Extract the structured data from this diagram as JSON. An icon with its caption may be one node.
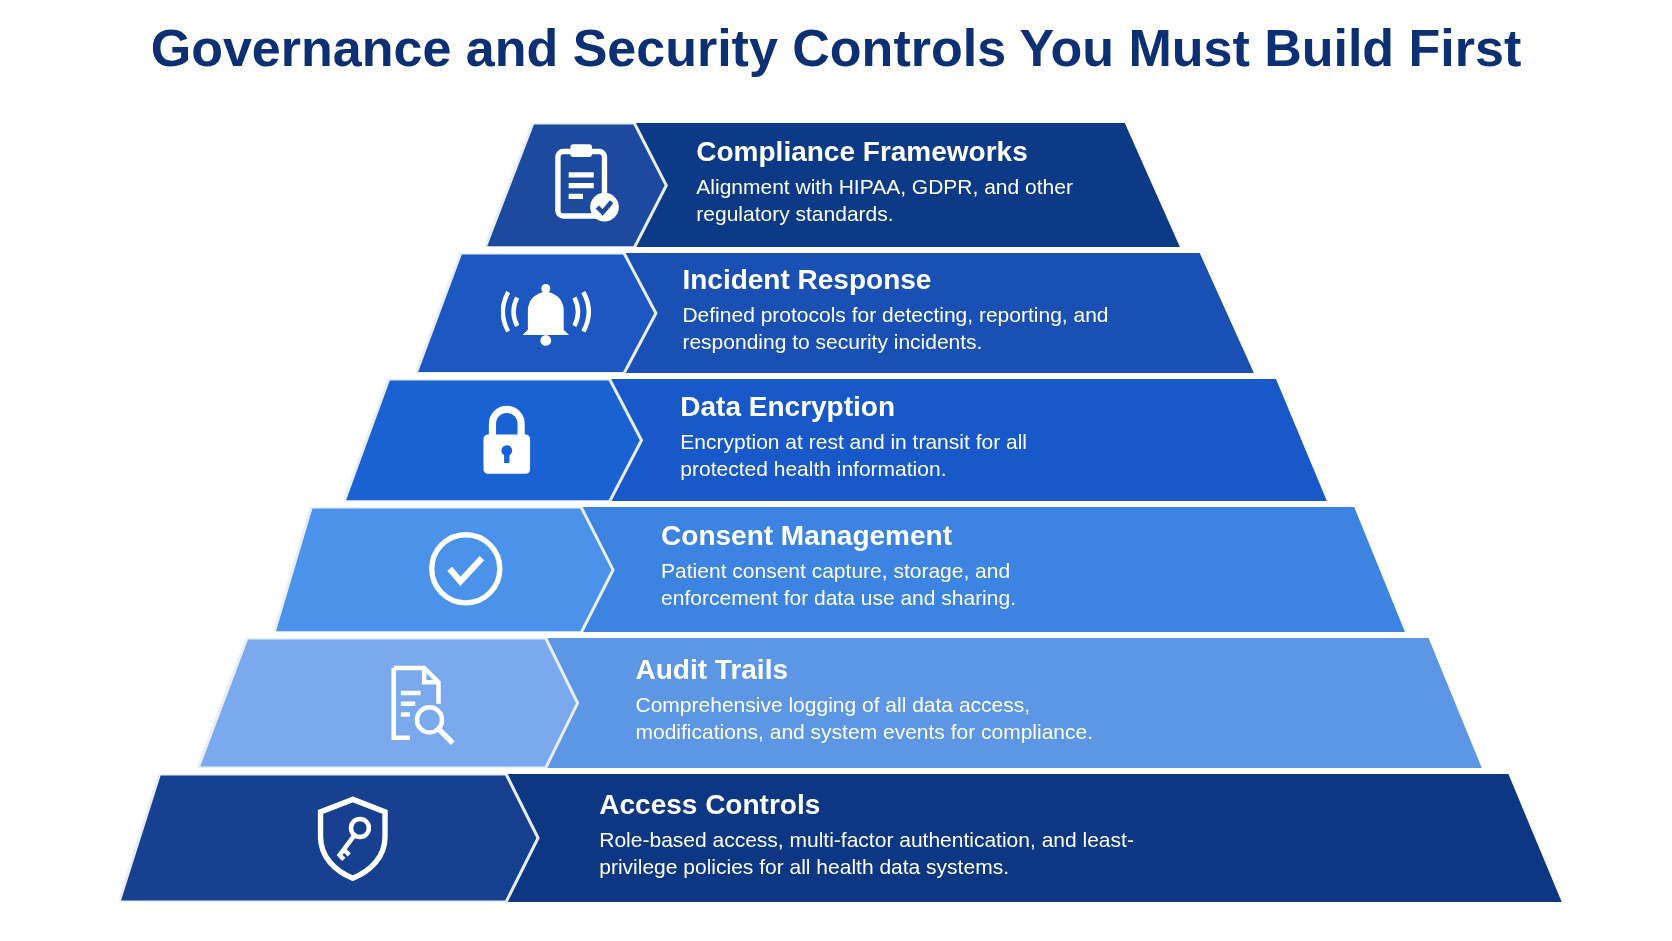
{
  "diagram": {
    "title": "Governance and Security Controls You Must Build First",
    "nodes": [
      {
        "text": [
          "Compliance Frameworks",
          "Alignment with HIPAA, GDPR, and other regulatory standards."
        ]
      },
      {
        "text": [
          "Incident Response",
          "Defined protocols for detecting, reporting, and responding to security incidents."
        ]
      },
      {
        "text": [
          "Data Encryption",
          "Encryption at rest and in transit for all protected health information."
        ]
      },
      {
        "text": [
          "Consent Management",
          "Patient consent capture, storage, and enforcement for data use and sharing."
        ]
      },
      {
        "text": [
          "Audit Trails",
          "Comprehensive logging of all data access, modifications, and system events for compliance."
        ]
      },
      {
        "text": [
          "Access Controls",
          "Role-based access, multi-factor authentication, and least-privilege policies for all health data systems."
        ]
      }
    ]
  }
}
